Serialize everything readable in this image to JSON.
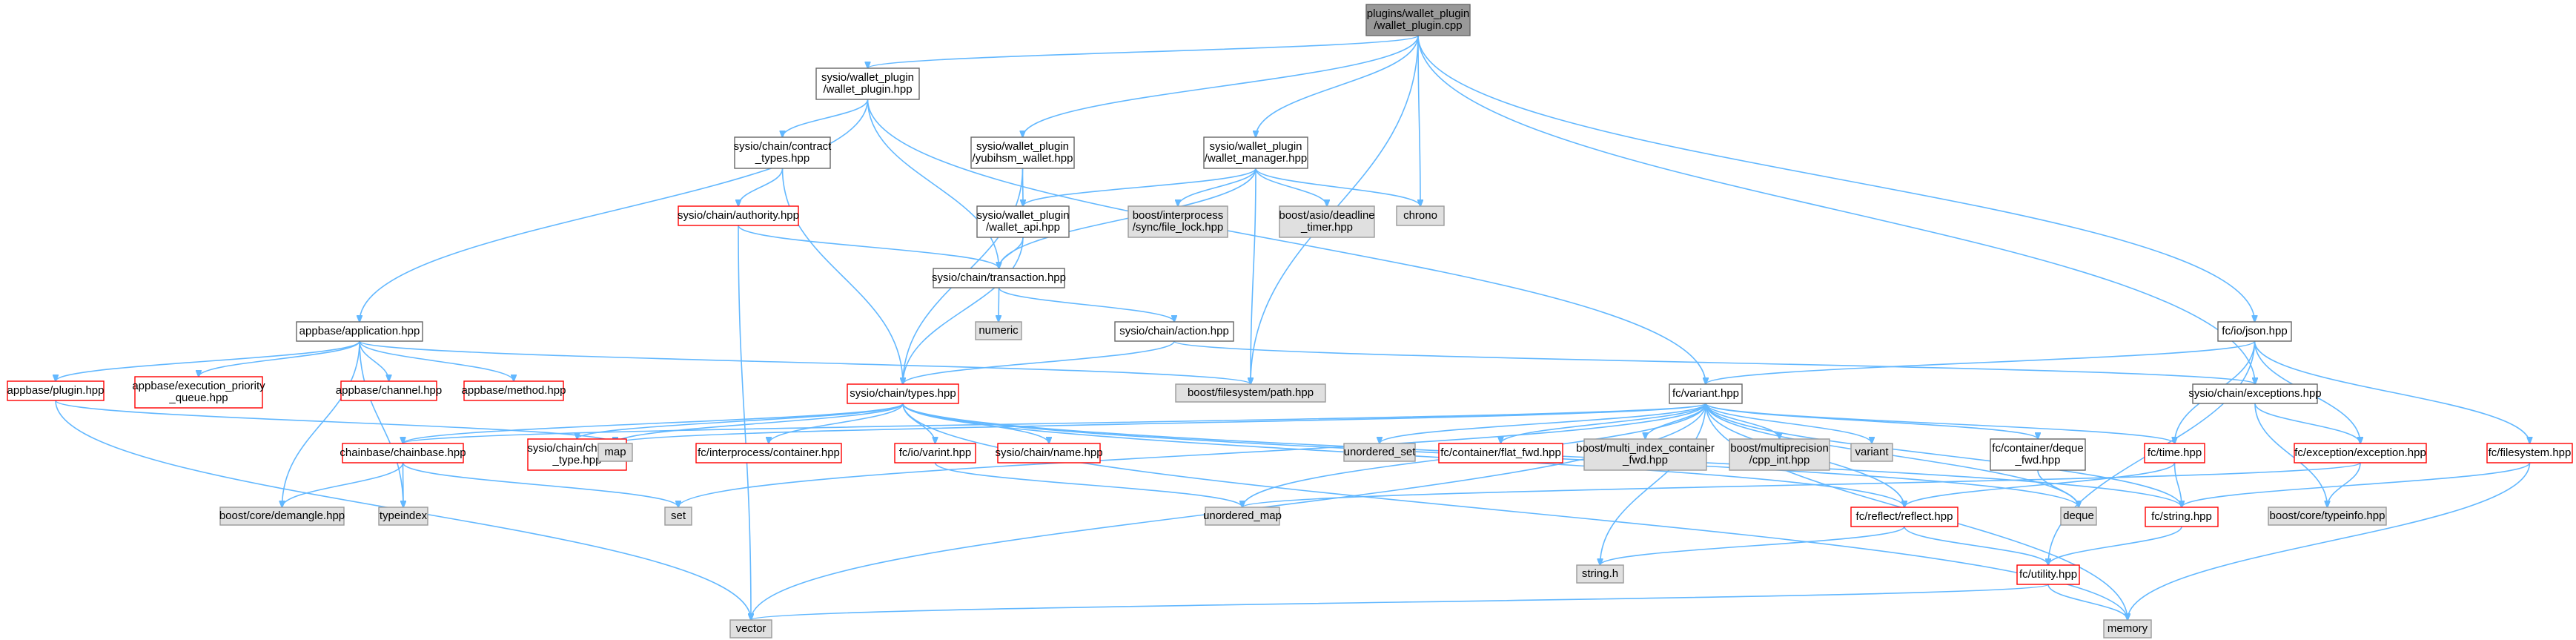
{
  "graph": {
    "title": "",
    "style_colors": {
      "edge": "#63b8ff",
      "root_fill": "#999999",
      "root_stroke": "#666666",
      "normal_fill": "#ffffff",
      "normal_stroke": "#666666",
      "missing_fill": "#ffffff",
      "missing_stroke": "#ff0000",
      "external_fill": "#e0e0e0",
      "external_stroke": "#999999"
    },
    "nodes": [
      {
        "id": "root",
        "kind": "root",
        "lines": [
          "plugins/wallet_plugin",
          "/wallet_plugin.cpp"
        ]
      },
      {
        "id": "wp_hpp",
        "kind": "normal",
        "lines": [
          "sysio/wallet_plugin",
          "/wallet_plugin.hpp"
        ]
      },
      {
        "id": "yubi",
        "kind": "normal",
        "lines": [
          "sysio/wallet_plugin",
          "/yubihsm_wallet.hpp"
        ]
      },
      {
        "id": "wmgr",
        "kind": "normal",
        "lines": [
          "sysio/wallet_plugin",
          "/wallet_manager.hpp"
        ]
      },
      {
        "id": "chrono",
        "kind": "external",
        "lines": [
          "chrono"
        ]
      },
      {
        "id": "contract_types",
        "kind": "normal",
        "lines": [
          "sysio/chain/contract",
          "_types.hpp"
        ]
      },
      {
        "id": "authority",
        "kind": "missing",
        "lines": [
          "sysio/chain/authority.hpp"
        ]
      },
      {
        "id": "wallet_api",
        "kind": "normal",
        "lines": [
          "sysio/wallet_plugin",
          "/wallet_api.hpp"
        ]
      },
      {
        "id": "ipc_lock",
        "kind": "external",
        "lines": [
          "boost/interprocess",
          "/sync/file_lock.hpp"
        ]
      },
      {
        "id": "asio_timer",
        "kind": "external",
        "lines": [
          "boost/asio/deadline",
          "_timer.hpp"
        ]
      },
      {
        "id": "transaction",
        "kind": "normal",
        "lines": [
          "sysio/chain/transaction.hpp"
        ]
      },
      {
        "id": "numeric",
        "kind": "external",
        "lines": [
          "numeric"
        ]
      },
      {
        "id": "action",
        "kind": "normal",
        "lines": [
          "sysio/chain/action.hpp"
        ]
      },
      {
        "id": "application",
        "kind": "normal",
        "lines": [
          "appbase/application.hpp"
        ]
      },
      {
        "id": "fc_json",
        "kind": "normal",
        "lines": [
          "fc/io/json.hpp"
        ]
      },
      {
        "id": "ab_plugin",
        "kind": "missing",
        "lines": [
          "appbase/plugin.hpp"
        ]
      },
      {
        "id": "exec_queue",
        "kind": "missing",
        "lines": [
          "appbase/execution_priority",
          "_queue.hpp"
        ]
      },
      {
        "id": "ab_channel",
        "kind": "missing",
        "lines": [
          "appbase/channel.hpp"
        ]
      },
      {
        "id": "ab_method",
        "kind": "missing",
        "lines": [
          "appbase/method.hpp"
        ]
      },
      {
        "id": "fs_path",
        "kind": "external",
        "lines": [
          "boost/filesystem/path.hpp"
        ]
      },
      {
        "id": "chain_types",
        "kind": "missing",
        "lines": [
          "sysio/chain/types.hpp"
        ]
      },
      {
        "id": "fc_variant",
        "kind": "normal",
        "lines": [
          "fc/variant.hpp"
        ]
      },
      {
        "id": "chain_exc",
        "kind": "normal",
        "lines": [
          "sysio/chain/exceptions.hpp"
        ]
      },
      {
        "id": "chainbase",
        "kind": "missing",
        "lines": [
          "chainbase/chainbase.hpp"
        ]
      },
      {
        "id": "chain_id",
        "kind": "missing",
        "lines": [
          "sysio/chain/chain_id",
          "_type.hpp"
        ]
      },
      {
        "id": "map",
        "kind": "external",
        "lines": [
          "map"
        ]
      },
      {
        "id": "ipc_container",
        "kind": "missing",
        "lines": [
          "fc/interprocess/container.hpp"
        ]
      },
      {
        "id": "varint",
        "kind": "missing",
        "lines": [
          "fc/io/varint.hpp"
        ]
      },
      {
        "id": "chain_name",
        "kind": "missing",
        "lines": [
          "sysio/chain/name.hpp"
        ]
      },
      {
        "id": "unordered_set",
        "kind": "external",
        "lines": [
          "unordered_set"
        ]
      },
      {
        "id": "flat_fwd",
        "kind": "missing",
        "lines": [
          "fc/container/flat_fwd.hpp"
        ]
      },
      {
        "id": "multi_index",
        "kind": "external",
        "lines": [
          "boost/multi_index_container",
          "_fwd.hpp"
        ]
      },
      {
        "id": "mp_cpp_int",
        "kind": "external",
        "lines": [
          "boost/multiprecision",
          "/cpp_int.hpp"
        ]
      },
      {
        "id": "variant_std",
        "kind": "external",
        "lines": [
          "variant"
        ]
      },
      {
        "id": "deque_fwd",
        "kind": "normal",
        "lines": [
          "fc/container/deque",
          "_fwd.hpp"
        ]
      },
      {
        "id": "fc_time",
        "kind": "missing",
        "lines": [
          "fc/time.hpp"
        ]
      },
      {
        "id": "fc_exception",
        "kind": "missing",
        "lines": [
          "fc/exception/exception.hpp"
        ]
      },
      {
        "id": "fc_filesystem",
        "kind": "missing",
        "lines": [
          "fc/filesystem.hpp"
        ]
      },
      {
        "id": "demangle",
        "kind": "external",
        "lines": [
          "boost/core/demangle.hpp"
        ]
      },
      {
        "id": "typeindex",
        "kind": "external",
        "lines": [
          "typeindex"
        ]
      },
      {
        "id": "set",
        "kind": "external",
        "lines": [
          "set"
        ]
      },
      {
        "id": "unordered_map",
        "kind": "external",
        "lines": [
          "unordered_map"
        ]
      },
      {
        "id": "fc_reflect",
        "kind": "missing",
        "lines": [
          "fc/reflect/reflect.hpp"
        ]
      },
      {
        "id": "deque",
        "kind": "external",
        "lines": [
          "deque"
        ]
      },
      {
        "id": "fc_string",
        "kind": "missing",
        "lines": [
          "fc/string.hpp"
        ]
      },
      {
        "id": "typeinfo",
        "kind": "external",
        "lines": [
          "boost/core/typeinfo.hpp"
        ]
      },
      {
        "id": "string_h",
        "kind": "external",
        "lines": [
          "string.h"
        ]
      },
      {
        "id": "fc_utility",
        "kind": "missing",
        "lines": [
          "fc/utility.hpp"
        ]
      },
      {
        "id": "vector",
        "kind": "external",
        "lines": [
          "vector"
        ]
      },
      {
        "id": "memory",
        "kind": "external",
        "lines": [
          "memory"
        ]
      }
    ],
    "edges": [
      [
        "root",
        "wp_hpp"
      ],
      [
        "root",
        "yubi"
      ],
      [
        "root",
        "wmgr"
      ],
      [
        "root",
        "chrono"
      ],
      [
        "root",
        "fs_path"
      ],
      [
        "root",
        "chain_exc"
      ],
      [
        "root",
        "fc_json"
      ],
      [
        "wp_hpp",
        "application"
      ],
      [
        "wp_hpp",
        "contract_types"
      ],
      [
        "wp_hpp",
        "transaction"
      ],
      [
        "wp_hpp",
        "fc_variant"
      ],
      [
        "yubi",
        "wallet_api"
      ],
      [
        "yubi",
        "chain_types"
      ],
      [
        "wmgr",
        "wallet_api"
      ],
      [
        "wmgr",
        "transaction"
      ],
      [
        "wmgr",
        "ipc_lock"
      ],
      [
        "wmgr",
        "asio_timer"
      ],
      [
        "wmgr",
        "chrono"
      ],
      [
        "wmgr",
        "fs_path"
      ],
      [
        "contract_types",
        "authority"
      ],
      [
        "contract_types",
        "chain_types"
      ],
      [
        "authority",
        "transaction"
      ],
      [
        "authority",
        "vector"
      ],
      [
        "wallet_api",
        "transaction"
      ],
      [
        "wallet_api",
        "chain_types"
      ],
      [
        "transaction",
        "numeric"
      ],
      [
        "transaction",
        "action"
      ],
      [
        "action",
        "chain_types"
      ],
      [
        "action",
        "chain_exc"
      ],
      [
        "application",
        "ab_plugin"
      ],
      [
        "application",
        "exec_queue"
      ],
      [
        "application",
        "ab_channel"
      ],
      [
        "application",
        "ab_method"
      ],
      [
        "application",
        "fs_path"
      ],
      [
        "application",
        "demangle"
      ],
      [
        "application",
        "typeindex"
      ],
      [
        "ab_plugin",
        "map"
      ],
      [
        "ab_plugin",
        "vector"
      ],
      [
        "chain_types",
        "chainbase"
      ],
      [
        "chain_types",
        "chain_id"
      ],
      [
        "chain_types",
        "map"
      ],
      [
        "chain_types",
        "ipc_container"
      ],
      [
        "chain_types",
        "varint"
      ],
      [
        "chain_types",
        "chain_name"
      ],
      [
        "chain_types",
        "fc_reflect"
      ],
      [
        "chain_types",
        "fc_string"
      ],
      [
        "chain_types",
        "deque"
      ],
      [
        "chain_types",
        "memory"
      ],
      [
        "chainbase",
        "demangle"
      ],
      [
        "chainbase",
        "typeindex"
      ],
      [
        "chainbase",
        "set"
      ],
      [
        "varint",
        "unordered_map"
      ],
      [
        "fc_json",
        "fc_variant"
      ],
      [
        "fc_json",
        "fc_time"
      ],
      [
        "fc_json",
        "fc_exception"
      ],
      [
        "fc_json",
        "fc_filesystem"
      ],
      [
        "fc_json",
        "fc_utility"
      ],
      [
        "fc_variant",
        "chainbase"
      ],
      [
        "fc_variant",
        "map"
      ],
      [
        "fc_variant",
        "unordered_set"
      ],
      [
        "fc_variant",
        "flat_fwd"
      ],
      [
        "fc_variant",
        "multi_index"
      ],
      [
        "fc_variant",
        "mp_cpp_int"
      ],
      [
        "fc_variant",
        "variant_std"
      ],
      [
        "fc_variant",
        "deque_fwd"
      ],
      [
        "fc_variant",
        "fc_time"
      ],
      [
        "fc_variant",
        "fc_reflect"
      ],
      [
        "fc_variant",
        "unordered_map"
      ],
      [
        "fc_variant",
        "set"
      ],
      [
        "fc_variant",
        "vector"
      ],
      [
        "fc_variant",
        "string_h"
      ],
      [
        "fc_variant",
        "memory"
      ],
      [
        "fc_variant",
        "fc_string"
      ],
      [
        "fc_variant",
        "deque"
      ],
      [
        "chain_exc",
        "fc_exception"
      ],
      [
        "chain_exc",
        "typeinfo"
      ],
      [
        "deque_fwd",
        "deque"
      ],
      [
        "fc_time",
        "fc_string"
      ],
      [
        "fc_time",
        "fc_reflect"
      ],
      [
        "fc_exception",
        "typeinfo"
      ],
      [
        "fc_exception",
        "unordered_map"
      ],
      [
        "fc_filesystem",
        "fc_string"
      ],
      [
        "fc_filesystem",
        "memory"
      ],
      [
        "fc_reflect",
        "string_h"
      ],
      [
        "fc_reflect",
        "fc_utility"
      ],
      [
        "fc_string",
        "fc_utility"
      ],
      [
        "fc_utility",
        "vector"
      ],
      [
        "fc_utility",
        "memory"
      ]
    ]
  }
}
